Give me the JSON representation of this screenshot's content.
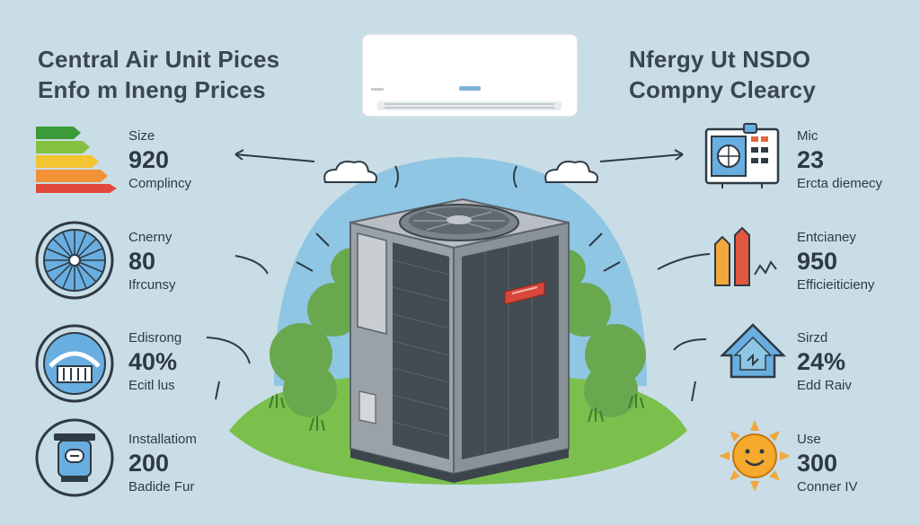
{
  "header": {
    "left_title_line1": "Central Air Unit Pices",
    "left_title_line2": "Enfo m Ineng Prices",
    "right_title_line1": "Nfergy Ut NSDO",
    "right_title_line2": "Compny Clearcy"
  },
  "left_stats": [
    {
      "label": "Size",
      "value": "920",
      "sub": "Complincy",
      "icon": "energy-rating-bars-icon"
    },
    {
      "label": "Cnerny",
      "value": "80",
      "sub": "Ifrcunsy",
      "icon": "fan-grille-icon"
    },
    {
      "label": "Edisrong",
      "value": "40%",
      "sub": "Ecitl lus",
      "icon": "fan-gauge-icon"
    },
    {
      "label": "Installatiom",
      "value": "200",
      "sub": "Badide Fur",
      "icon": "filter-canister-icon"
    }
  ],
  "right_stats": [
    {
      "label": "Mic",
      "value": "23",
      "sub": "Ercta diemecy",
      "icon": "control-panel-icon"
    },
    {
      "label": "Entcianey",
      "value": "950",
      "sub": "Efficieiticieny",
      "icon": "bar-arrows-icon"
    },
    {
      "label": "Sirzd",
      "value": "24%",
      "sub": "Edd Raiv",
      "icon": "house-arrow-icon"
    },
    {
      "label": "Use",
      "value": "300",
      "sub": "Conner IV",
      "icon": "sun-icon"
    }
  ],
  "colors": {
    "background": "#c9dde6",
    "sky": "#8fc6e3",
    "grass": "#7bc04d",
    "bush": "#6aa84f",
    "unit_body": "#9aa2a8",
    "unit_grille": "#434c55",
    "badge": "#d7473a",
    "text": "#2e3a44"
  }
}
